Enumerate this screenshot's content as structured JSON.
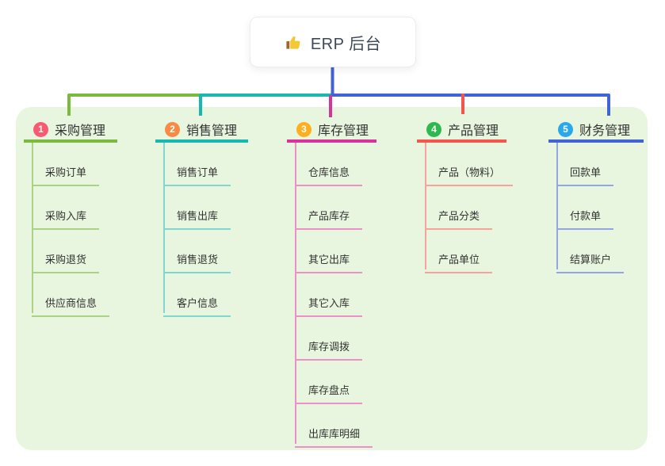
{
  "root": {
    "label": "ERP 后台",
    "icon": "thumbs-up-icon"
  },
  "branches": [
    {
      "index": "1",
      "title": "采购管理",
      "color": "#7cb93f",
      "light_color": "#a9d284",
      "badge_color": "#f85a70",
      "children": [
        "采购订单",
        "采购入库",
        "采购退货",
        "供应商信息"
      ]
    },
    {
      "index": "2",
      "title": "销售管理",
      "color": "#16b8b0",
      "light_color": "#7fd7d0",
      "badge_color": "#f78a44",
      "children": [
        "销售订单",
        "销售出库",
        "销售退货",
        "客户信息"
      ]
    },
    {
      "index": "3",
      "title": "库存管理",
      "color": "#d6339c",
      "light_color": "#eb91c8",
      "badge_color": "#ffaf1e",
      "children": [
        "仓库信息",
        "产品库存",
        "其它出库",
        "其它入库",
        "库存调拨",
        "库存盘点",
        "出库库明细"
      ]
    },
    {
      "index": "4",
      "title": "产品管理",
      "color": "#f2564c",
      "light_color": "#f9a29b",
      "badge_color": "#2eb94f",
      "children": [
        "产品（物料）",
        "产品分类",
        "产品单位"
      ]
    },
    {
      "index": "5",
      "title": "财务管理",
      "color": "#4263d4",
      "light_color": "#93a5e2",
      "badge_color": "#29a8ea",
      "children": [
        "回款单",
        "付款单",
        "结算账户"
      ]
    }
  ],
  "colors": {
    "panel_bg": "#e8f6df",
    "root_line": "#4263d4",
    "thumb_hand": "#f2c835",
    "thumb_cuff": "#aa6327"
  }
}
